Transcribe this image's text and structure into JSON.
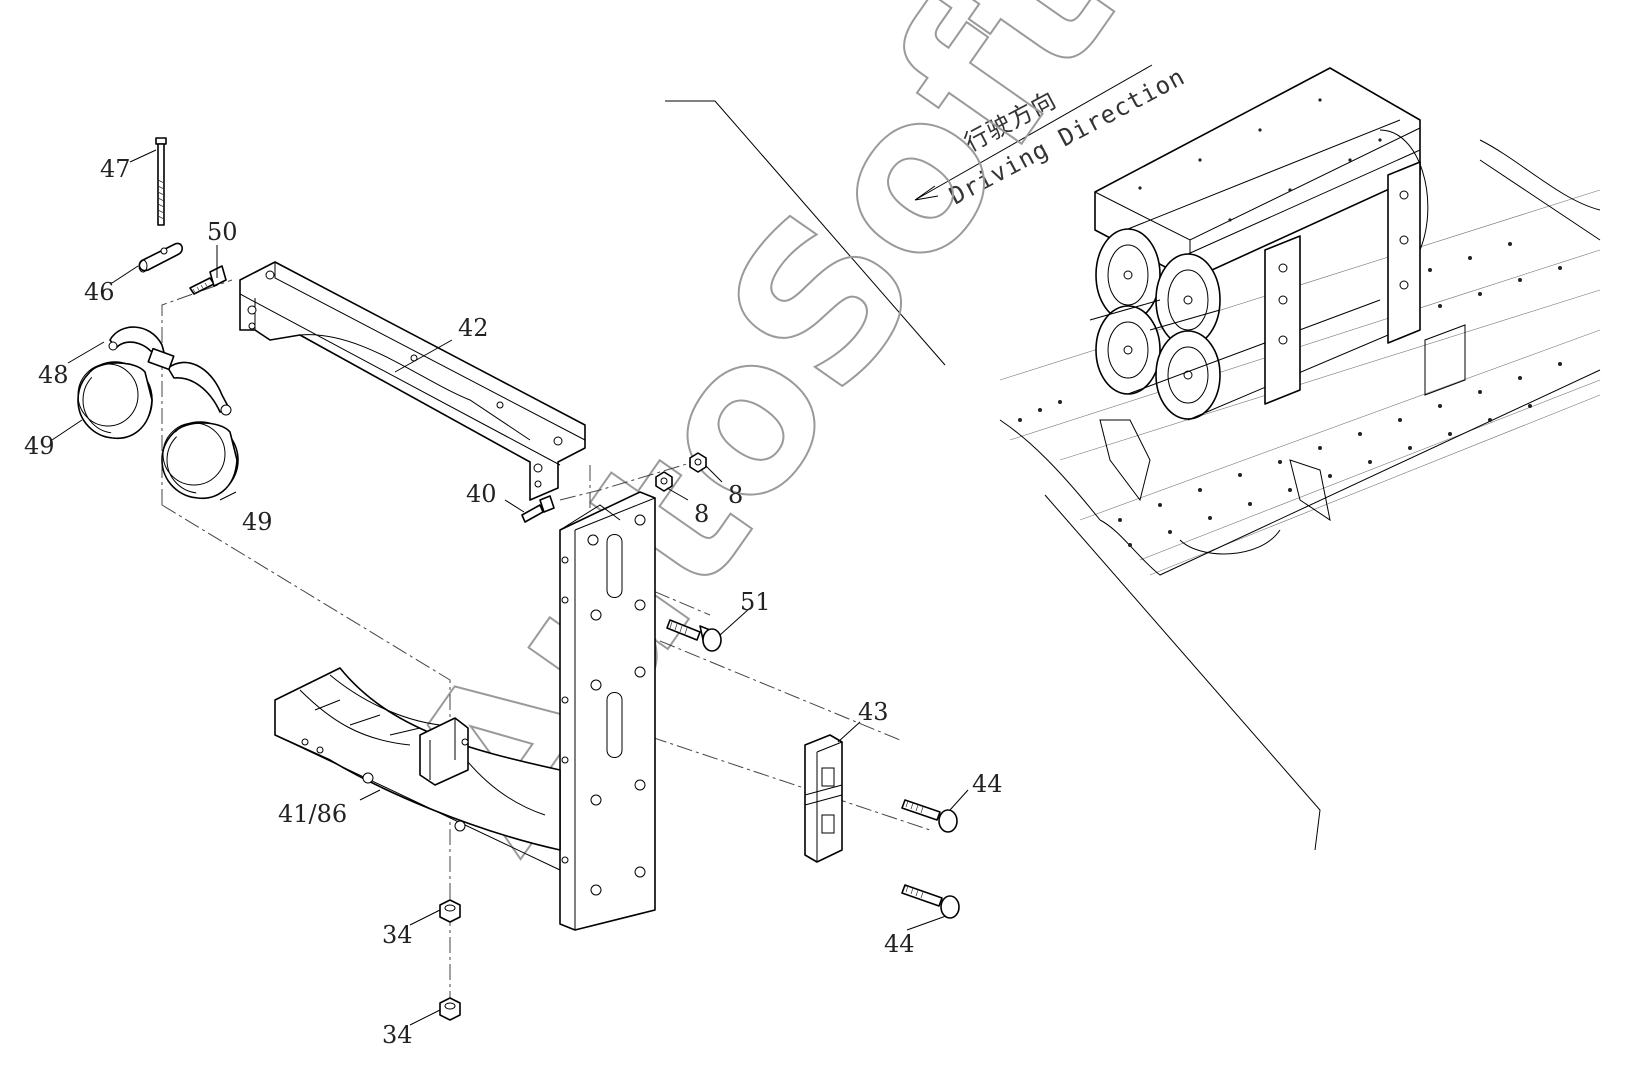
{
  "direction": {
    "zh": "行驶方向",
    "en": "Driving Direction"
  },
  "watermark": "AutoSoft",
  "callouts": [
    {
      "id": "c47",
      "label": "47"
    },
    {
      "id": "c50",
      "label": "50"
    },
    {
      "id": "c46",
      "label": "46"
    },
    {
      "id": "c42",
      "label": "42"
    },
    {
      "id": "c48",
      "label": "48"
    },
    {
      "id": "c49a",
      "label": "49"
    },
    {
      "id": "c49b",
      "label": "49"
    },
    {
      "id": "c40",
      "label": "40"
    },
    {
      "id": "c8a",
      "label": "8"
    },
    {
      "id": "c8b",
      "label": "8"
    },
    {
      "id": "c51",
      "label": "51"
    },
    {
      "id": "c43",
      "label": "43"
    },
    {
      "id": "c44a",
      "label": "44"
    },
    {
      "id": "c44b",
      "label": "44"
    },
    {
      "id": "c4186",
      "label": "41/86"
    },
    {
      "id": "c34a",
      "label": "34"
    },
    {
      "id": "c34b",
      "label": "34"
    }
  ]
}
